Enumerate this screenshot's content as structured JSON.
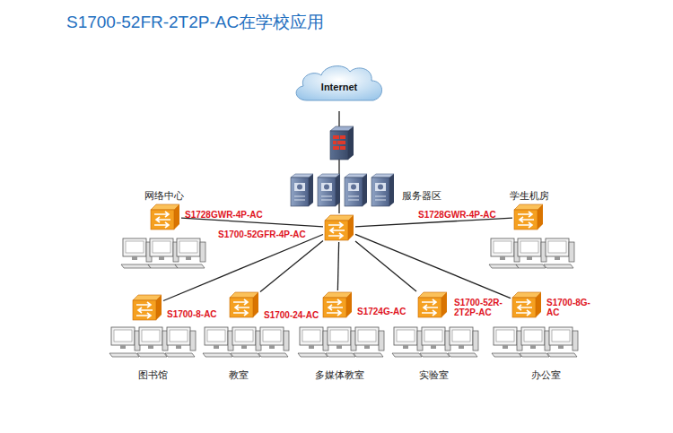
{
  "diagram": {
    "title": "S1700-52FR-2T2P-AC在学校应用",
    "nodes": [
      {
        "text": [
          "Internet"
        ]
      },
      {
        "text": [
          "S1728GWR-4P-AC"
        ]
      },
      {
        "text": [
          "S1700-52GFR-4P-AC"
        ]
      },
      {
        "text": [
          "S1728GWR-4P-AC"
        ]
      },
      {
        "text": [
          "S1700-8-AC"
        ]
      },
      {
        "text": [
          "S1700-24-AC"
        ]
      },
      {
        "text": [
          "S1724G-AC"
        ]
      },
      {
        "text": [
          "S1700-52R-2T2P-AC"
        ]
      },
      {
        "text": [
          "S1700-8G-AC"
        ]
      }
    ],
    "edges": [
      {
        "from": 0,
        "to": 2,
        "arrow": "none"
      },
      {
        "from": 2,
        "to": 1,
        "arrow": "none"
      },
      {
        "from": 2,
        "to": 3,
        "arrow": "none"
      },
      {
        "from": 2,
        "to": 4,
        "arrow": "none"
      },
      {
        "from": 2,
        "to": 5,
        "arrow": "none"
      },
      {
        "from": 2,
        "to": 6,
        "arrow": "none"
      },
      {
        "from": 2,
        "to": 7,
        "arrow": "none"
      },
      {
        "from": 2,
        "to": 8,
        "arrow": "none"
      }
    ],
    "labels": [
      "网络中心",
      "服务器区",
      "学生机房",
      "图书馆",
      "教室",
      "多媒体教室",
      "实验室",
      "办公室"
    ]
  }
}
